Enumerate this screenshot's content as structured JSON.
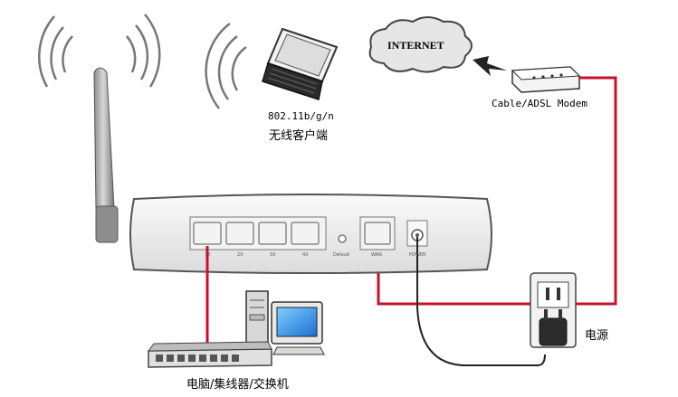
{
  "diagram": {
    "internet_label": "INTERNET",
    "modem_label": "Cable/ADSL Modem",
    "wireless_client_std": "802.11b/g/n",
    "wireless_client_label": "无线客户端",
    "power_label": "电源",
    "switch_label": "电脑/集线器/交换机",
    "router_port_labels": [
      "1X",
      "2X",
      "3X",
      "4X",
      "Default",
      "WAN",
      "POWER"
    ],
    "colors": {
      "cable_red": "#c8102e",
      "cable_black": "#222222",
      "device_gray": "#e9e9e9",
      "outline": "#555555"
    }
  }
}
